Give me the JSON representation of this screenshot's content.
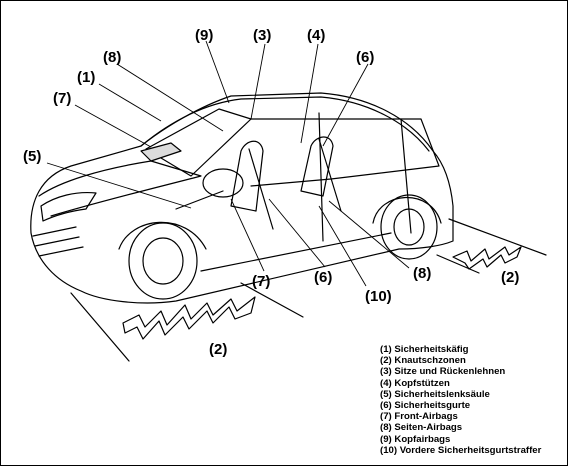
{
  "callouts": {
    "c9_top": "(9)",
    "c3_top": "(3)",
    "c4_top": "(4)",
    "c8_top": "(8)",
    "c6_top": "(6)",
    "c1_left": "(1)",
    "c7_left": "(7)",
    "c5_left": "(5)",
    "c7_bottom": "(7)",
    "c6_bottom": "(6)",
    "c10_bottom": "(10)",
    "c8_bottom": "(8)",
    "c2_right": "(2)",
    "c2_bottom": "(2)"
  },
  "legend": [
    "(1) Sicherheitskäfig",
    "(2) Knautschzonen",
    "(3) Sitze und Rückenlehnen",
    "(4) Kopfstützen",
    "(5) Sicherheitslenksäule",
    "(6) Sicherheitsgurte",
    "(7) Front-Airbags",
    "(8) Seiten-Airbags",
    "(9) Kopfairbags",
    "(10) Vordere Sicherheitsgurtstraffer"
  ],
  "colors": {
    "line": "#000000",
    "background": "#ffffff",
    "shade": "#dcdcdc"
  }
}
